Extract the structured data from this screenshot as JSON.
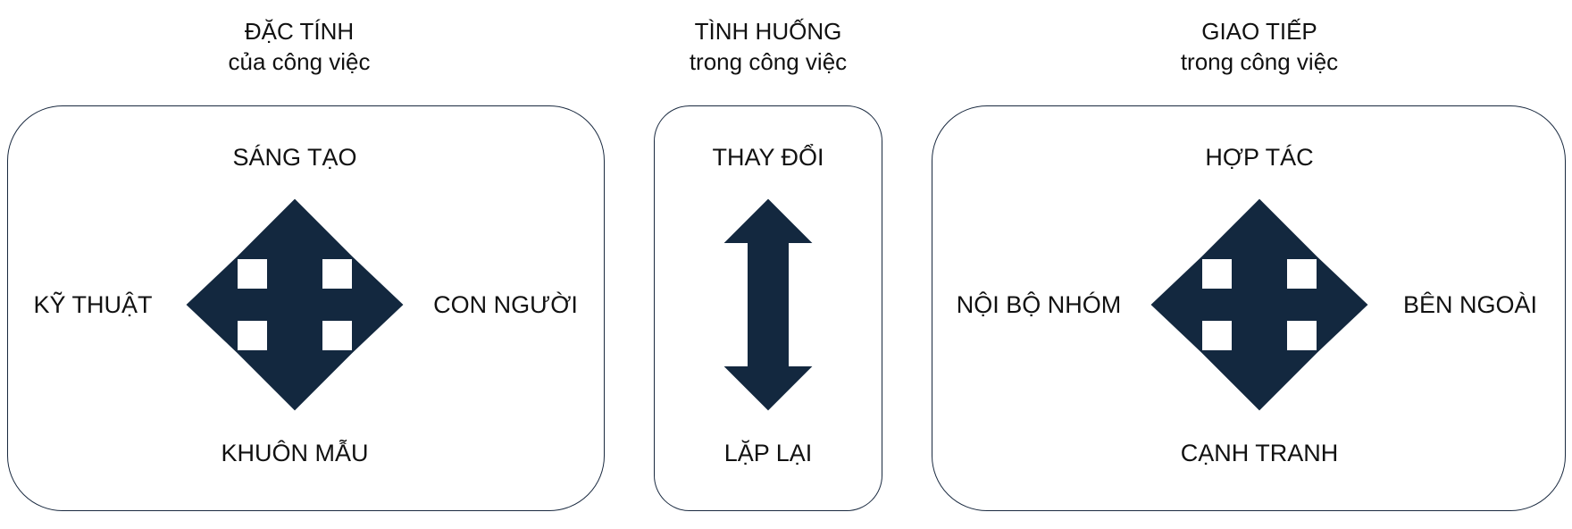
{
  "colors": {
    "arrow_fill": "#13283f",
    "box_border": "#1a2a40",
    "text": "#111111"
  },
  "panels": [
    {
      "id": "work-characteristics",
      "title_line1": "ĐẶC TÍNH",
      "title_line2": "của công việc",
      "icon": "four-way-arrow-icon",
      "top": "SÁNG TẠO",
      "bottom": "KHUÔN MẪU",
      "left": "KỸ THUẬT",
      "right": "CON NGƯỜI"
    },
    {
      "id": "work-situations",
      "title_line1": "TÌNH HUỐNG",
      "title_line2": "trong công việc",
      "icon": "vertical-double-arrow-icon",
      "top": "THAY ĐỔI",
      "bottom": "LẶP LẠI"
    },
    {
      "id": "work-communication",
      "title_line1": "GIAO TIẾP",
      "title_line2": "trong công việc",
      "icon": "four-way-arrow-icon",
      "top": "HỢP TÁC",
      "bottom": "CẠNH TRANH",
      "left": "NỘI BỘ NHÓM",
      "right": "BÊN NGOÀI"
    }
  ]
}
